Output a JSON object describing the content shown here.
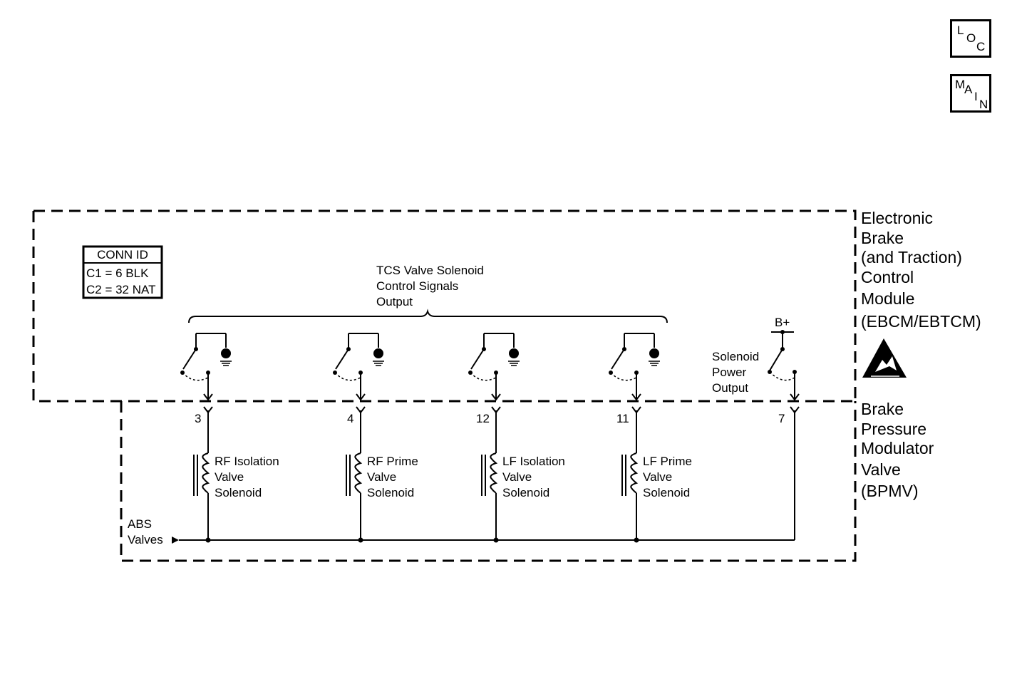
{
  "nav": {
    "loc": {
      "l1": "L",
      "l2": "O",
      "l3": "C"
    },
    "main": {
      "l1": "M",
      "l2": "A",
      "l3": "I",
      "l4": "N"
    }
  },
  "conn_table": {
    "header": "CONN ID",
    "rows": [
      "C1 = 6 BLK",
      "C2 = 32 NAT"
    ]
  },
  "ebcm_label": [
    "Electronic",
    "Brake",
    "(and Traction)",
    "Control",
    "Module",
    "(EBCM/EBTCM)"
  ],
  "bpmv_label": [
    "Brake",
    "Pressure",
    "Modulator",
    "Valve",
    "(BPMV)"
  ],
  "tcs_label": [
    "TCS Valve Solenoid",
    "Control Signals",
    "Output"
  ],
  "b_plus": "B+",
  "solenoid_power": [
    "Solenoid",
    "Power",
    "Output"
  ],
  "abs_valves": [
    "ABS",
    "Valves"
  ],
  "solenoids": [
    {
      "pin": "3",
      "lines": [
        "RF Isolation",
        "Valve",
        "Solenoid"
      ]
    },
    {
      "pin": "4",
      "lines": [
        "RF Prime",
        "Valve",
        "Solenoid"
      ]
    },
    {
      "pin": "12",
      "lines": [
        "LF Isolation",
        "Valve",
        "Solenoid"
      ]
    },
    {
      "pin": "11",
      "lines": [
        "LF Prime",
        "Valve",
        "Solenoid"
      ]
    }
  ],
  "power_pin": "7"
}
